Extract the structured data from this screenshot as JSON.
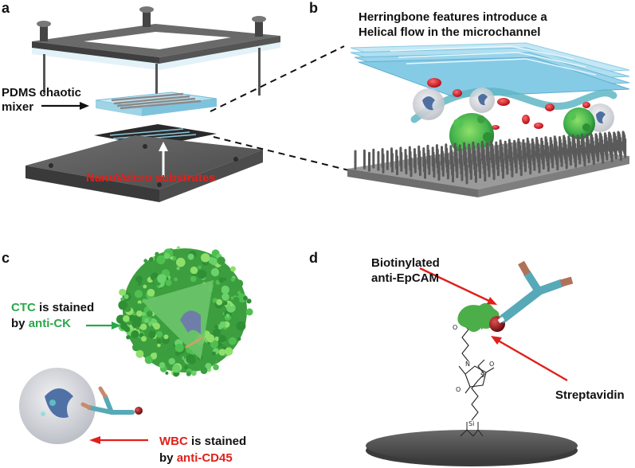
{
  "panels": {
    "a": {
      "letter": "a",
      "pdms_line1": "PDMS chaotic",
      "pdms_line2": "mixer",
      "nanovelcro": "NanoVelcro substrates"
    },
    "b": {
      "letter": "b",
      "caption_line1": "Herringbone features introduce a",
      "caption_line2": "Helical flow in the microchannel"
    },
    "c": {
      "letter": "c",
      "ctc_prefix": "CTC",
      "ctc_middle": " is stained",
      "ctc_by": "by ",
      "ctc_antibody": "anti-CK",
      "wbc_prefix": "WBC",
      "wbc_middle": " is stained",
      "wbc_by": "by ",
      "wbc_antibody": "anti-CD45"
    },
    "d": {
      "letter": "d",
      "biotin_line1": "Biotinylated",
      "biotin_line2": "anti-EpCAM",
      "streptavidin": "Streptavidin"
    }
  },
  "colors": {
    "label_red": "#e0201b",
    "label_green": "#2aa84a",
    "substrate_gray": "#5b5b5b",
    "chip_blue": "#8fd0ea",
    "cell_green": "#3fb04a",
    "antibody_teal": "#57a9b8",
    "antibody_tip": "#b0715a"
  }
}
